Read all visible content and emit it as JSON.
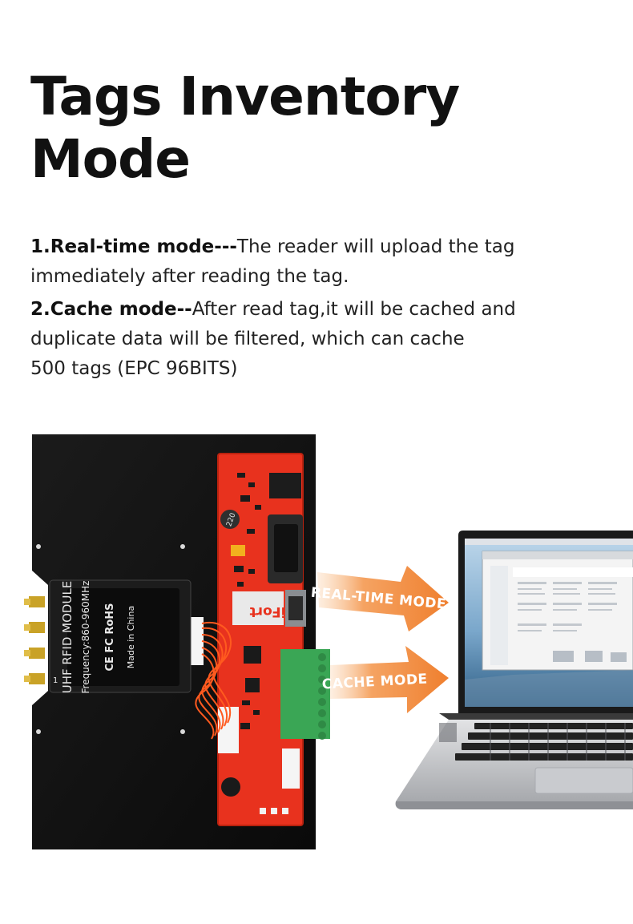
{
  "title": {
    "line1": "Tags Inventory",
    "line2": "Mode"
  },
  "modes": [
    {
      "label": "1.Real-time mode",
      "sep": "---",
      "text_line1": "The reader will upload the tag",
      "text_line2": "immediately after reading the tag."
    },
    {
      "label": "2.Cache mode",
      "sep": "--",
      "text_line1": "After read tag,it will be cached and",
      "text_line2": "duplicate data will be filtered, which can cache",
      "text_line3": "500 tags (EPC 96BITS)"
    }
  ],
  "figure": {
    "arrow_realtime": "REAL-TIME MODE",
    "arrow_cache": "CACHE MODE",
    "module": {
      "name": "UHF RFID MODULE",
      "frequency": "Frequency:860-960MHz",
      "marks": "CE FC RoHS",
      "origin": "Made in China",
      "port_number": "1"
    },
    "board_logo": "iFort",
    "inductor_label": "220"
  },
  "colors": {
    "panel": "#111111",
    "pcb": "#e8321e",
    "arrow": "#f28a3c",
    "terminal": "#3aa655"
  }
}
